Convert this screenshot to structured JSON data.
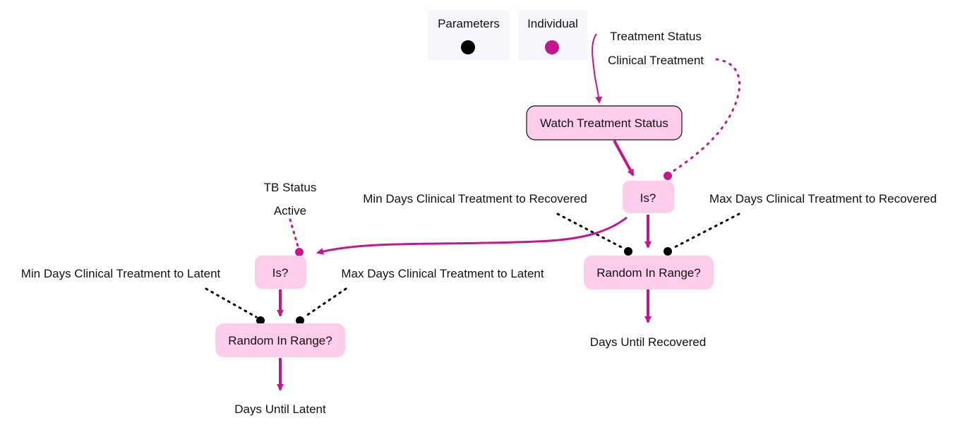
{
  "legend": {
    "parameters_label": "Parameters",
    "individual_label": "Individual"
  },
  "colors": {
    "magenta": "#C5168F",
    "node_fill": "#FDCDEB",
    "legend_bg": "#F5F7FC",
    "param": "#000000"
  },
  "inputs": {
    "treatment_status": "Treatment Status",
    "clinical_treatment": "Clinical Treatment",
    "tb_status": "TB Status",
    "active": "Active",
    "min_recovered": "Min Days Clinical Treatment to Recovered",
    "max_recovered": "Max Days Clinical Treatment to Recovered",
    "min_latent": "Min Days Clinical Treatment to Latent",
    "max_latent": "Max Days Clinical Treatment to Latent"
  },
  "nodes": {
    "watch_treatment_status": "Watch Treatment Status",
    "is_right": "Is?",
    "is_left": "Is?",
    "random_right": "Random In Range?",
    "random_left": "Random In Range?"
  },
  "outputs": {
    "days_until_recovered": "Days Until Recovered",
    "days_until_latent": "Days Until Latent"
  }
}
